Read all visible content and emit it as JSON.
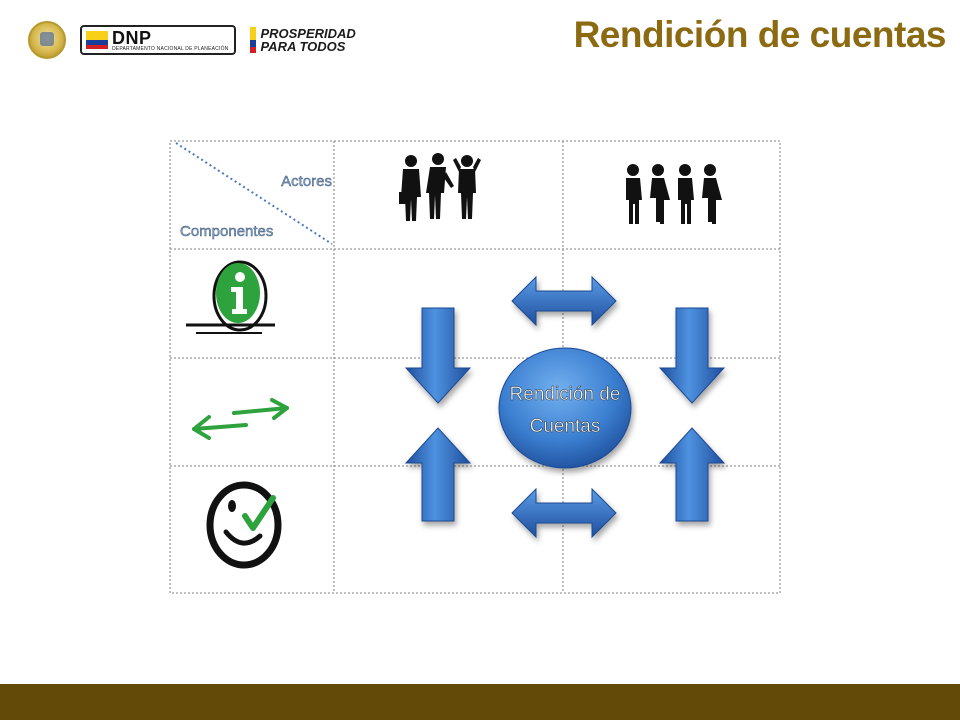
{
  "header": {
    "title": "Rendición de cuentas",
    "logo_dnp": "DNP",
    "logo_dnp_sub": "DEPARTAMENTO NACIONAL DE PLANEACIÓN",
    "logo_prosperidad_line1": "PROSPERIDAD",
    "logo_prosperidad_line2": "PARA TODOS"
  },
  "grid": {
    "actors_label": "Actores",
    "components_label": "Componentes"
  },
  "center": {
    "line1": "Rendición de",
    "line2": "Cuentas"
  },
  "icons": {
    "actors_a": "business-people-icon",
    "actors_b": "citizens-icon",
    "component_1": "information-icon",
    "component_2": "dialogue-arrows-icon",
    "component_3": "incentives-smiley-icon"
  },
  "colors": {
    "title": "#8b6a12",
    "footer": "#634a08",
    "arrow": "#2f6fc0",
    "green": "#2ea33d"
  }
}
